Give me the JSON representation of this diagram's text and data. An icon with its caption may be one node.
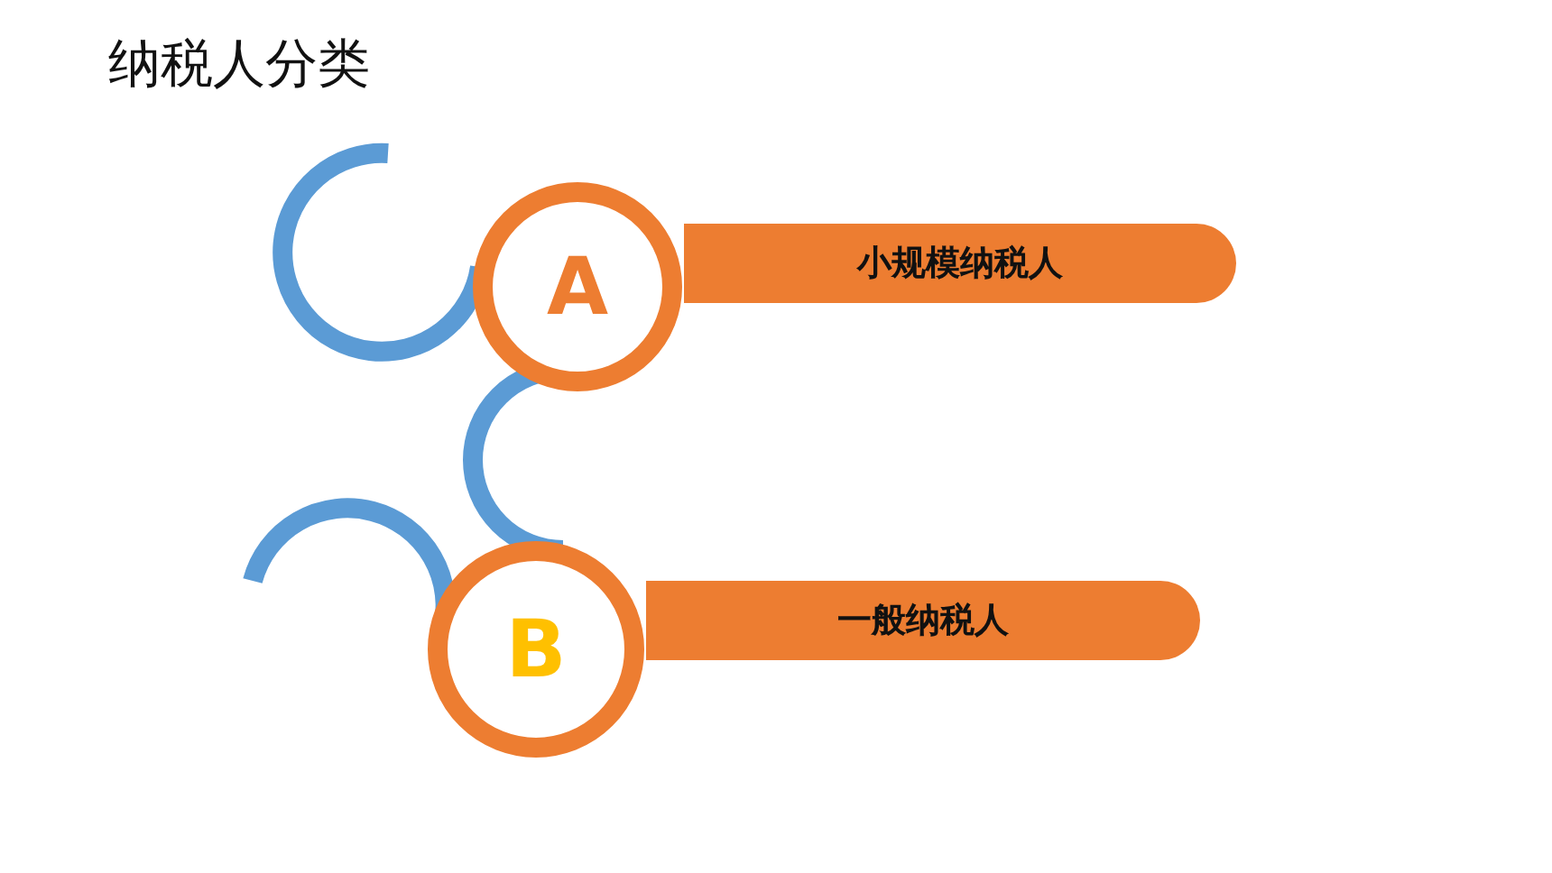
{
  "diagram": {
    "title": "纳税人分类",
    "nodes": [
      {
        "text": [
          "小规模纳税人"
        ]
      },
      {
        "text": [
          "A"
        ]
      },
      {
        "text": [
          "一般纳税人"
        ]
      },
      {
        "text": [
          "B"
        ]
      }
    ]
  }
}
